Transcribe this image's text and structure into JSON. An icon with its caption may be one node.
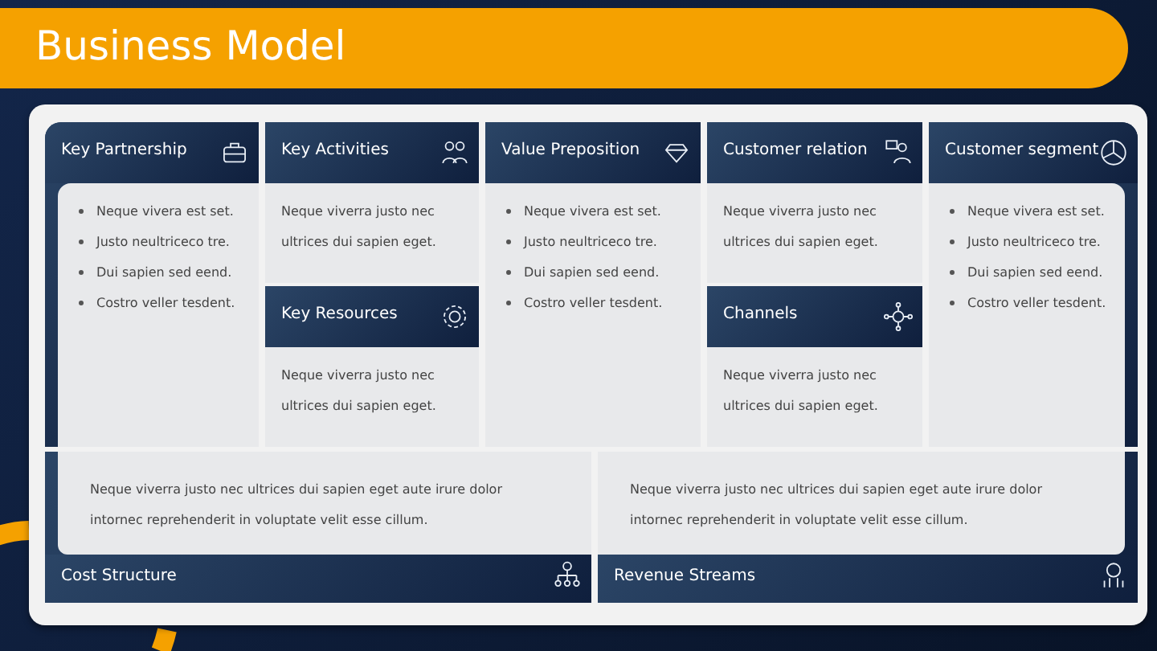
{
  "diagram": {
    "title": "Business Model",
    "nodes": [
      {
        "text": [
          "Key Partnership",
          "Neque vivera est set.",
          "Justo neultriceco tre.",
          "Dui sapien sed eend.",
          "Costro veller tesdent."
        ]
      },
      {
        "text": [
          "Key Activities",
          "Neque viverra justo nec ultrices dui sapien eget."
        ]
      },
      {
        "text": [
          "Value Preposition",
          "Neque vivera est set.",
          "Justo neultriceco tre.",
          "Dui sapien sed eend.",
          "Costro veller tesdent."
        ]
      },
      {
        "text": [
          "Customer relation",
          "Neque viverra justo nec ultrices dui sapien eget."
        ]
      },
      {
        "text": [
          "Customer segment",
          "Neque vivera est set.",
          "Justo neultriceco tre.",
          "Dui sapien sed eend.",
          "Costro veller tesdent."
        ]
      },
      {
        "text": [
          "Key Resources",
          "Neque viverra justo nec ultrices dui sapien eget."
        ]
      },
      {
        "text": [
          "Channels",
          "Neque viverra justo nec ultrices dui sapien eget."
        ]
      },
      {
        "text": [
          "Neque viverra justo nec ultrices dui sapien eget aute irure dolor intornec reprehenderit in voluptate velit esse cillum.",
          "Cost Structure"
        ]
      },
      {
        "text": [
          "Neque viverra justo nec ultrices dui sapien eget aute irure dolor intornec reprehenderit in voluptate velit esse cillum.",
          "Revenue Streams"
        ]
      }
    ]
  }
}
